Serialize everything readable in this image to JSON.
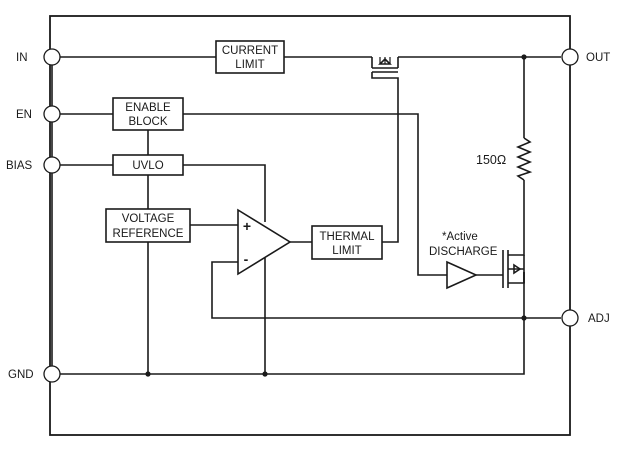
{
  "pins": {
    "in": "IN",
    "en": "EN",
    "bias": "BIAS",
    "gnd": "GND",
    "out": "OUT",
    "adj": "ADJ"
  },
  "blocks": {
    "current_limit": [
      "CURRENT",
      "LIMIT"
    ],
    "enable_block": [
      "ENABLE",
      "BLOCK"
    ],
    "uvlo": [
      "UVLO"
    ],
    "voltage_reference": [
      "VOLTAGE",
      "REFERENCE"
    ],
    "thermal_limit": [
      "THERMAL",
      "LIMIT"
    ]
  },
  "amplifier": {
    "plus": "+",
    "minus": "-"
  },
  "resistor": {
    "value": "150Ω"
  },
  "discharge": {
    "line1": "*Active",
    "line2": "DISCHARGE"
  }
}
